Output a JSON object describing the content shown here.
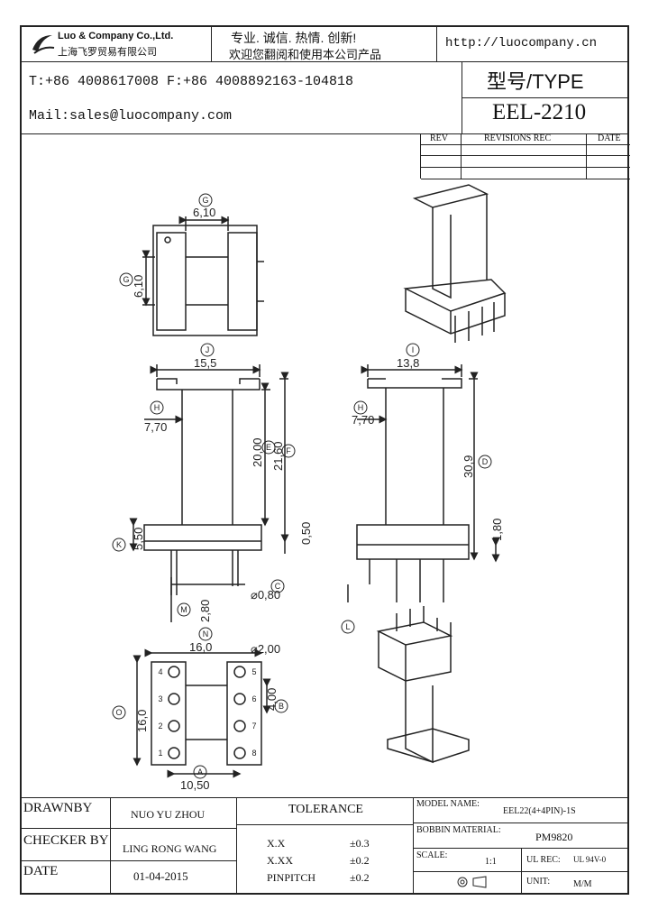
{
  "header": {
    "company_name": "Luo & Company Co.,Ltd.",
    "company_cn": "上海飞罗贸易有限公司",
    "slogan": "专业. 诚信. 热情. 创新!",
    "welcome": "欢迎您翻阅和使用本公司产品",
    "website": "http://luocompany.cn",
    "phone_fax": "T:+86 4008617008 F:+86 4008892163-104818",
    "mail": "Mail:sales@luocompany.com",
    "type_label": "型号/TYPE",
    "type_value": "EEL-2210"
  },
  "revisions": {
    "rev": "REV",
    "rec": "REVISIONS REC",
    "date": "DATE"
  },
  "dimensions": {
    "g_top": "6,10",
    "g_side": "6,10",
    "j": "15,5",
    "h_left": "7,70",
    "e": "20,00",
    "f": "21,60",
    "k": "5,50",
    "m": "2,80",
    "half": "0,50",
    "c": "⌀0,80",
    "i": "13,8",
    "h_right": "7,70",
    "d": "30,9",
    "right_180": "1,80",
    "n": "16,0",
    "o": "16,0",
    "b": "4,00",
    "a": "10,50",
    "hole": "⌀2,00"
  },
  "callouts": [
    "G",
    "G",
    "J",
    "H",
    "E",
    "F",
    "K",
    "M",
    "C",
    "I",
    "H",
    "D",
    "L",
    "N",
    "O",
    "B",
    "A"
  ],
  "pins": [
    "4",
    "3",
    "2",
    "1",
    "5",
    "6",
    "7",
    "8"
  ],
  "title_block": {
    "drawnby_label": "DRAWNBY",
    "drawnby": "NUO YU ZHOU",
    "checker_label": "CHECKER BY",
    "checker": "LING RONG WANG",
    "date_label": "DATE",
    "date": "01-04-2015",
    "tolerance_label": "TOLERANCE",
    "tol_rows": [
      {
        "k": "X.X",
        "v": "±0.3"
      },
      {
        "k": "X.XX",
        "v": "±0.2"
      },
      {
        "k": "PINPITCH",
        "v": "±0.2"
      }
    ],
    "model_label": "MODEL NAME:",
    "model": "EEL22(4+4PIN)-1S",
    "material_label": "BOBBIN MATERIAL:",
    "material": "PM9820",
    "scale_label": "SCALE:",
    "scale": "1:1",
    "ul_label": "UL REC:",
    "ul": "UL 94V-0",
    "unit_label": "UNIT:",
    "unit": "M/M"
  }
}
